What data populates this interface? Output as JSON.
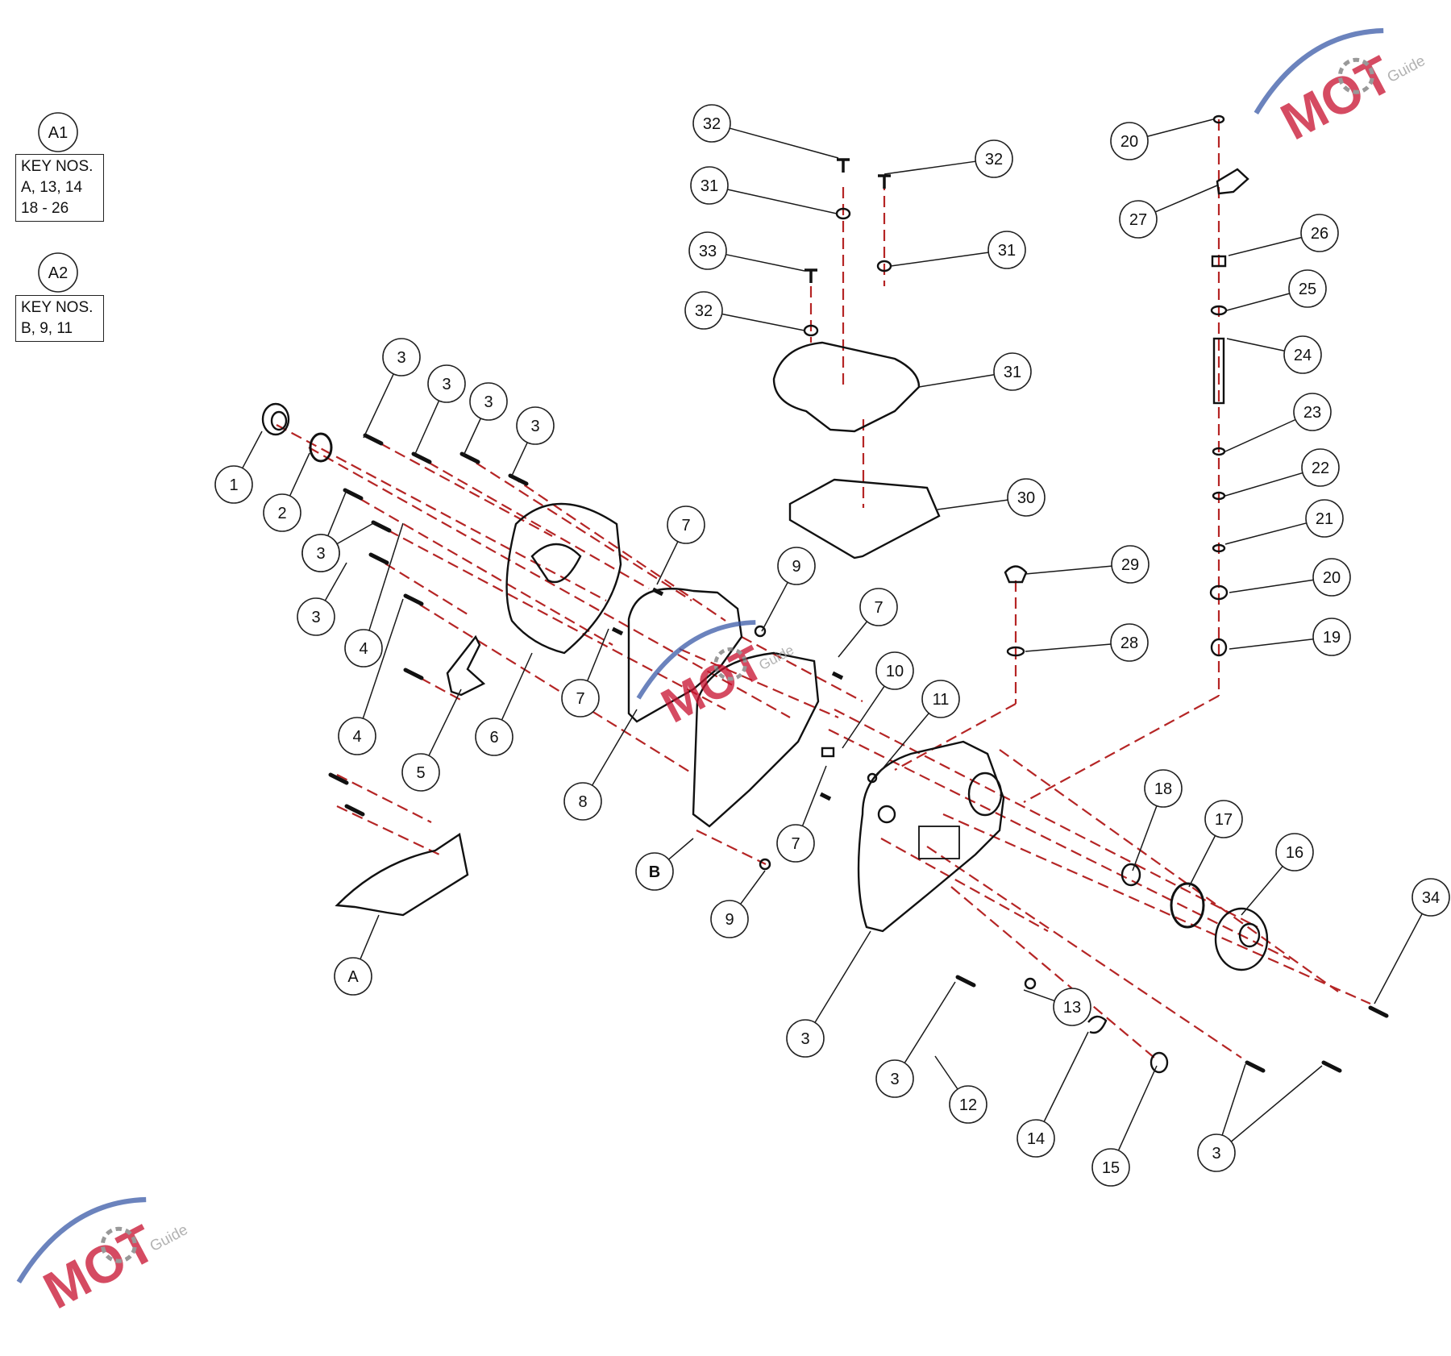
{
  "legend": {
    "a1": {
      "label": "A1",
      "lines": [
        "KEY NOS.",
        "A, 13, 14",
        "18 - 26"
      ]
    },
    "a2": {
      "label": "A2",
      "lines": [
        "KEY NOS.",
        "B, 9, 11"
      ]
    }
  },
  "colors": {
    "leader": "#1a1a1a",
    "assembly_line": "#b52525",
    "watermark_red": "#c8102e",
    "watermark_blue": "#3a5aa8"
  },
  "watermark": {
    "text": "MOT",
    "sub": "Guide"
  },
  "callouts": [
    "1",
    "2",
    "3",
    "3",
    "3",
    "3",
    "3",
    "3",
    "3",
    "4",
    "4",
    "5",
    "6",
    "7",
    "7",
    "7",
    "7",
    "8",
    "9",
    "9",
    "10",
    "11",
    "B",
    "12",
    "13",
    "14",
    "15",
    "16",
    "17",
    "18",
    "19",
    "20",
    "20",
    "21",
    "22",
    "23",
    "24",
    "25",
    "26",
    "27",
    "28",
    "29",
    "30",
    "31",
    "31",
    "31",
    "32",
    "32",
    "32",
    "33",
    "34",
    "A",
    "3",
    "3",
    "3"
  ]
}
